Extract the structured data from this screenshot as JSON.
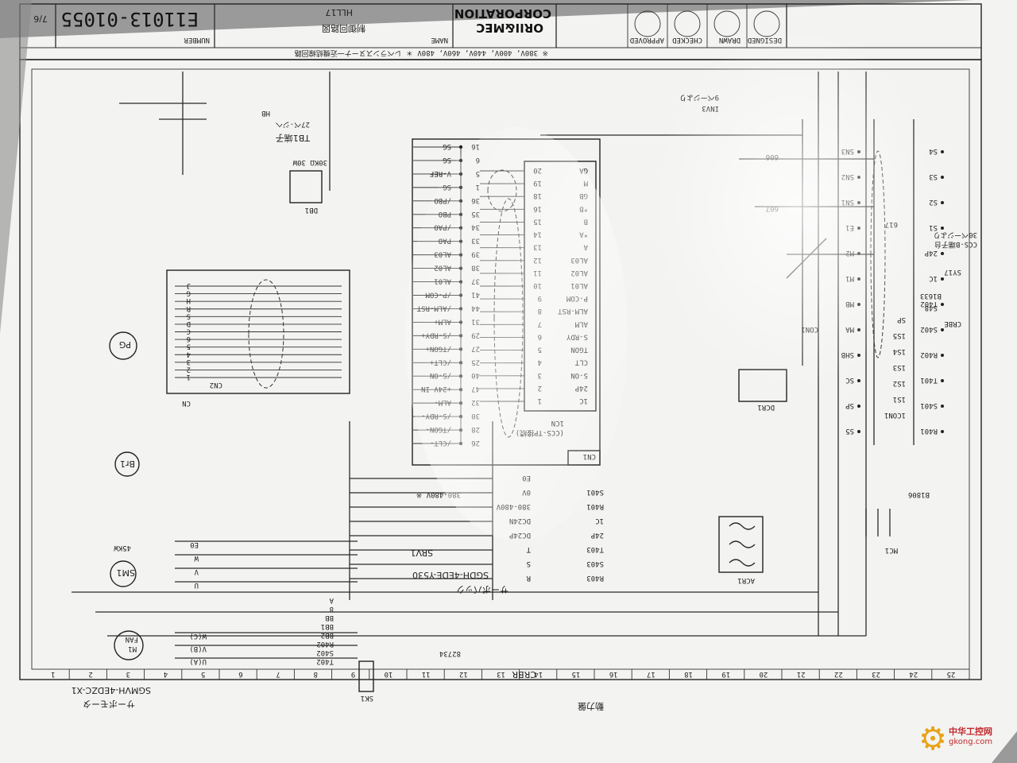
{
  "title_block": {
    "drawing_number": "E11013-01055",
    "sheet": "7/6",
    "drawing_name": "HLL17",
    "drawing_name_jp": "制御回路図",
    "company": "ORII&MEC",
    "company_line2": "CORPORATION",
    "designed_label": "DESIGNED",
    "drawn_label": "DRAWN",
    "checked_label": "CHECKED",
    "approved_label": "APPROVED",
    "number_label": "NUMBER",
    "name_label": "NAME",
    "note": "※ 380V, 400V, 440V, 460V, 480V ＊ レベランスヌーナ一近機結線回路"
  },
  "column_numbers": [
    "25",
    "24",
    "23",
    "22",
    "21",
    "20",
    "19",
    "18",
    "17",
    "16",
    "15",
    "14",
    "13",
    "12",
    "11",
    "10",
    "9",
    "8",
    "7",
    "6",
    "5",
    "4",
    "3",
    "2",
    "1"
  ],
  "components": {
    "tb1": "TB1端子",
    "tb1_sub": "27ペ-ジへ",
    "hb": "HB",
    "db1": "DB1",
    "db1_value": "30KΩ 30W",
    "cn2": "CN2",
    "pg": "PG",
    "cn": "CN",
    "bri": "Br1",
    "sm1": "SM1",
    "sm1_power": "45KW",
    "m1": "M1",
    "m1_fan": "FAN",
    "servo_motor_model": "SGMVH-4EDZC-X1",
    "servo_motor_label": "サーボモータ",
    "servo_pack_label": "サーボパック",
    "servo_pack_model": "SGDH-4EDE-Y530",
    "srv1": "SRV1",
    "cn1": "CN1",
    "icn": "1CN",
    "ccs_tp": "(CCS-TP接続)",
    "dcr1": "DCR1",
    "acr1": "ACR1",
    "mc1": "MC1",
    "sk1": "SK1",
    "ccs_terminal": "CCS-B端子台",
    "ccs_terminal_sub": "30ページより",
    "cn_connect": "CON1",
    "inv3": "INV3",
    "inv3_sub": "9ページより",
    "crbr": "CRBR",
    "power_panel": "動力盤",
    "voltage_note": "380-480V ※"
  },
  "cn1_pins": [
    {
      "pin": "16",
      "name": "SG"
    },
    {
      "pin": "6",
      "name": "SG"
    },
    {
      "pin": "5",
      "name": "V-REF"
    },
    {
      "pin": "1",
      "name": "SG"
    },
    {
      "pin": "36",
      "name": "/PBO"
    },
    {
      "pin": "35",
      "name": "PBO"
    },
    {
      "pin": "34",
      "name": "/PAO"
    },
    {
      "pin": "33",
      "name": "PAO"
    },
    {
      "pin": "39",
      "name": "AL03"
    },
    {
      "pin": "38",
      "name": "AL02"
    },
    {
      "pin": "37",
      "name": "AL01"
    },
    {
      "pin": "41",
      "name": "/P-COM"
    },
    {
      "pin": "44",
      "name": "/ALM-RST"
    },
    {
      "pin": "31",
      "name": "ALM+"
    },
    {
      "pin": "29",
      "name": "/S-RDY+"
    },
    {
      "pin": "27",
      "name": "/TGON+"
    },
    {
      "pin": "25",
      "name": "/CLT+"
    },
    {
      "pin": "40",
      "name": "/S-ON"
    },
    {
      "pin": "47",
      "name": "+24V IN"
    },
    {
      "pin": "32",
      "name": "ALM-"
    },
    {
      "pin": "30",
      "name": "/S-RDY-"
    },
    {
      "pin": "28",
      "name": "/TGON-"
    },
    {
      "pin": "26",
      "name": "/CLT-"
    }
  ],
  "icn_pins": [
    {
      "pin": "20",
      "name": "GA"
    },
    {
      "pin": "19",
      "name": "M"
    },
    {
      "pin": "18",
      "name": "GB"
    },
    {
      "pin": "16",
      "name": "*B"
    },
    {
      "pin": "15",
      "name": "B"
    },
    {
      "pin": "14",
      "name": "*A"
    },
    {
      "pin": "13",
      "name": "A"
    },
    {
      "pin": "12",
      "name": "AL03"
    },
    {
      "pin": "11",
      "name": "AL02"
    },
    {
      "pin": "10",
      "name": "AL01"
    },
    {
      "pin": "9",
      "name": "P-COM"
    },
    {
      "pin": "8",
      "name": "ALM-RST"
    },
    {
      "pin": "7",
      "name": "ALM"
    },
    {
      "pin": "6",
      "name": "S-RDY"
    },
    {
      "pin": "5",
      "name": "TGON"
    },
    {
      "pin": "4",
      "name": "CLT"
    },
    {
      "pin": "3",
      "name": "S-ON"
    },
    {
      "pin": "2",
      "name": "24P"
    },
    {
      "pin": "1",
      "name": "1C"
    }
  ],
  "pg_pins": [
    "1",
    "2",
    "3",
    "4",
    "5",
    "6",
    "C",
    "D",
    "S",
    "R",
    "H",
    "G",
    "J"
  ],
  "motor_terminals": [
    "U",
    "V",
    "W",
    "E0"
  ],
  "fan_terminals": [
    "U(A)",
    "V(B)",
    "W(C)"
  ],
  "srv_terminals": [
    "R",
    "S",
    "T",
    "DC24P",
    "DC24N",
    "380-480V",
    "0V",
    "E0"
  ],
  "srv_wires": [
    "R403",
    "S403",
    "T403",
    "24P",
    "1C",
    "R401",
    "S401"
  ],
  "bus_wires": [
    "T402",
    "S402",
    "R402",
    "BB2",
    "BB1",
    "BB",
    "8",
    "A"
  ],
  "right_wires": [
    "R401",
    "S401",
    "T401",
    "R402",
    "S402",
    "T402",
    "1C",
    "24P",
    "S1",
    "S2",
    "S3",
    "S4",
    "S5",
    "SP",
    "SC",
    "SHB",
    "MA",
    "MB",
    "M1",
    "M2",
    "E1",
    "SN1",
    "SN2",
    "SN3"
  ],
  "right_labels": {
    "ccs_ins": [
      "1CON1",
      "1S1",
      "1S2",
      "1S3",
      "1S4",
      "1S5",
      "SP"
    ],
    "sy": "SY17",
    "crbe": "CRBE",
    "wire_s48": "S48",
    "wire_b1633": "B1633",
    "wire_607": "607",
    "wire_606": "606",
    "wire_617": "617",
    "wire_b1806": "B1806",
    "wire_82734": "82734"
  },
  "watermark": {
    "text": "中华工控网",
    "url": "gkong.com"
  },
  "colors": {
    "paper": "#f3f3f1",
    "ink": "#222222",
    "background": "#9a9a9a",
    "watermark_red": "#c0282d",
    "watermark_gear": "#e8a317"
  }
}
